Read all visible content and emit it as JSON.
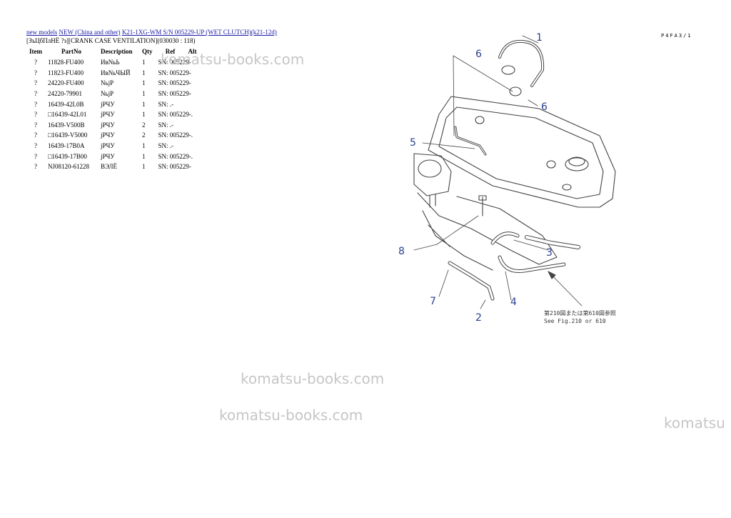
{
  "breadcrumb": {
    "link1": "new models",
    "link2": "NEW (China and other)",
    "link3": "K21-1XG-WM S/N 005229-UP (WET CLUTCH)(k21-12d)"
  },
  "subtitle": "[ЗъЦбПлНЁ ?з][CRANK CASE VENTILATION](030030 : 118)",
  "page_code": "P4FA3/1",
  "table": {
    "headers": [
      "Item",
      "PartNo",
      "Description",
      "Qty",
      "Ref",
      "Alt"
    ],
    "rows": [
      {
        "item": "?",
        "part": "11828-FU400",
        "desc": "ИвNьЬ",
        "qty": "1",
        "ref": "SN: 005229-"
      },
      {
        "item": "?",
        "part": "11823-FU400",
        "desc": "ИвNьЧЫЙ",
        "qty": "1",
        "ref": "SN: 005229-"
      },
      {
        "item": "?",
        "part": "24220-FU400",
        "desc": "NьjP",
        "qty": "1",
        "ref": "SN: 005229-"
      },
      {
        "item": "?",
        "part": "24220-79901",
        "desc": "NьjP",
        "qty": "1",
        "ref": "SN: 005229-"
      },
      {
        "item": "?",
        "part": "16439-42L0B",
        "desc": "jРЧУ",
        "qty": "1",
        "ref": "SN: .-"
      },
      {
        "item": "?",
        "part": "□16439-42L01",
        "desc": "jРЧУ",
        "qty": "1",
        "ref": "SN: 005229-."
      },
      {
        "item": "?",
        "part": "16439-V500B",
        "desc": "jРЧУ",
        "qty": "2",
        "ref": "SN: .-"
      },
      {
        "item": "?",
        "part": "□16439-V5000",
        "desc": "jРЧУ",
        "qty": "2",
        "ref": "SN: 005229-."
      },
      {
        "item": "?",
        "part": "16439-17B0A",
        "desc": "jРЧУ",
        "qty": "1",
        "ref": "SN: .-"
      },
      {
        "item": "?",
        "part": "□16439-17B00",
        "desc": "jРЧУ",
        "qty": "1",
        "ref": "SN: 005229-."
      },
      {
        "item": "?",
        "part": "NJ08120-61228",
        "desc": "ВЭЛЁ",
        "qty": "1",
        "ref": "SN: 005229-"
      }
    ]
  },
  "watermarks": [
    "komatsu-books.com",
    "komatsu-books.com",
    "komatsu-books.com",
    "komatsu"
  ],
  "diagram": {
    "callouts": [
      "1",
      "2",
      "3",
      "4",
      "5",
      "6",
      "6",
      "7",
      "8"
    ],
    "note_line1": "第210図または第610図参照",
    "note_line2": "See Fig.210 or 610"
  },
  "colors": {
    "link": "#1a1aa6",
    "callout": "#2a3f8f",
    "watermark": "#c6c6c6"
  }
}
